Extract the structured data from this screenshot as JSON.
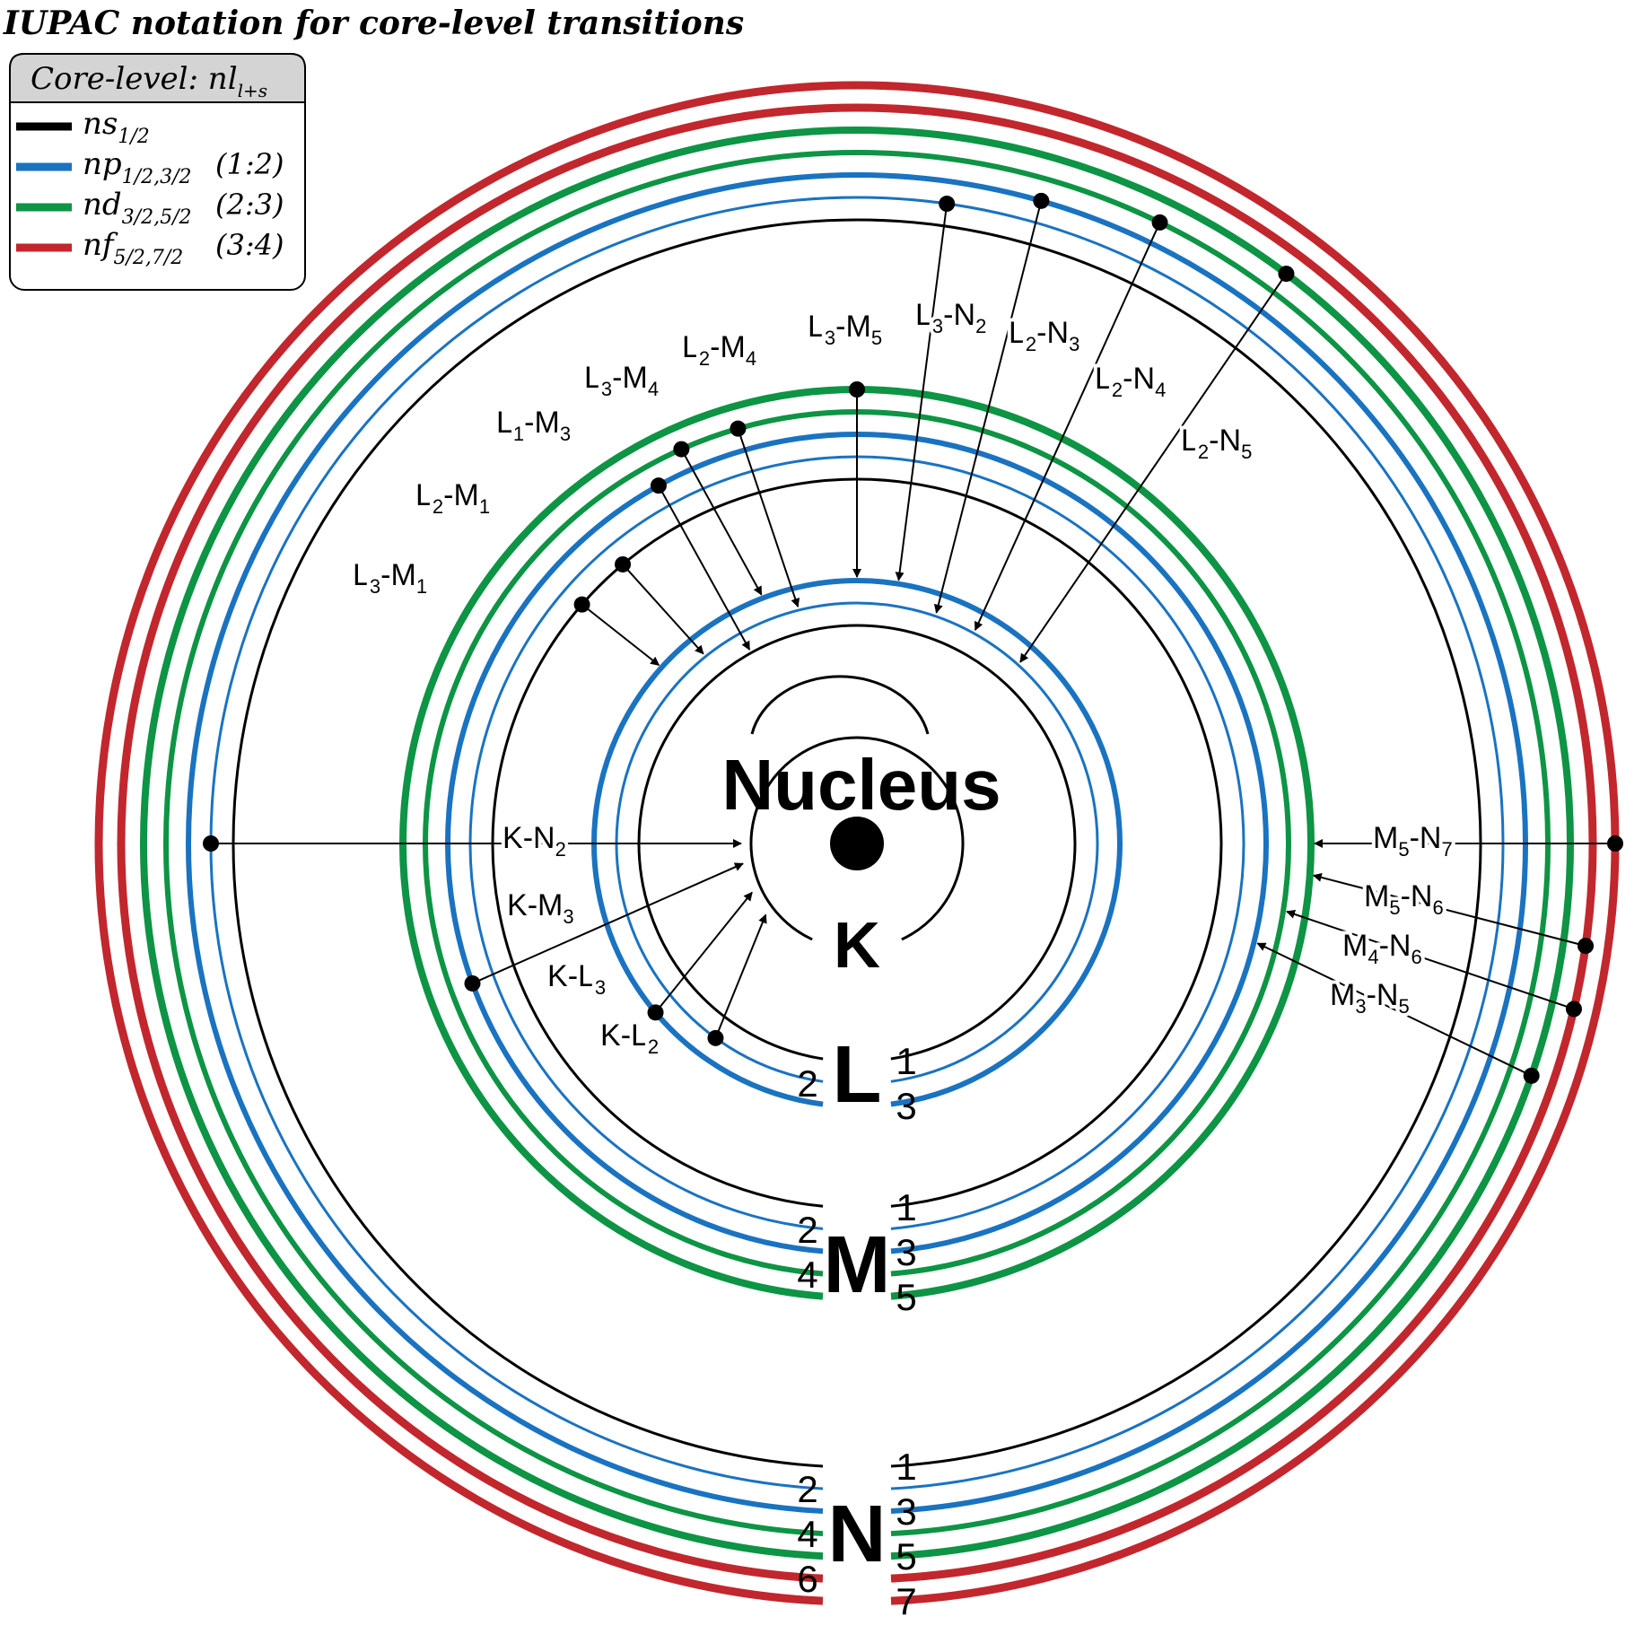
{
  "title": "IUPAC notation for core-level transitions",
  "colors": {
    "s": "#000000",
    "p": "#1a73c0",
    "d": "#0d9444",
    "f": "#c1272d"
  },
  "legend": {
    "header": {
      "main": "Core-level: nl",
      "sub": "l+s"
    },
    "items": [
      {
        "level": "s",
        "base": "ns",
        "sub": "1/2",
        "ratio": ""
      },
      {
        "level": "p",
        "base": "np",
        "sub": "1/2,3/2",
        "ratio": "(1:2)"
      },
      {
        "level": "d",
        "base": "nd",
        "sub": "3/2,5/2",
        "ratio": "(2:3)"
      },
      {
        "level": "f",
        "base": "nf",
        "sub": "5/2,7/2",
        "ratio": "(3:4)"
      }
    ]
  },
  "nucleus": {
    "label": "Nucleus"
  },
  "shells": [
    {
      "name": "K",
      "subshells": []
    },
    {
      "name": "L",
      "subshells": [
        {
          "num": "1",
          "level": "s"
        },
        {
          "num": "2",
          "level": "p"
        },
        {
          "num": "3",
          "level": "p"
        }
      ]
    },
    {
      "name": "M",
      "subshells": [
        {
          "num": "1",
          "level": "s"
        },
        {
          "num": "2",
          "level": "p"
        },
        {
          "num": "3",
          "level": "p"
        },
        {
          "num": "4",
          "level": "d"
        },
        {
          "num": "5",
          "level": "d"
        }
      ]
    },
    {
      "name": "N",
      "subshells": [
        {
          "num": "1",
          "level": "s"
        },
        {
          "num": "2",
          "level": "p"
        },
        {
          "num": "3",
          "level": "p"
        },
        {
          "num": "4",
          "level": "d"
        },
        {
          "num": "5",
          "level": "d"
        },
        {
          "num": "6",
          "level": "f"
        },
        {
          "num": "7",
          "level": "f"
        }
      ]
    }
  ],
  "transitions": [
    {
      "main": "L",
      "sub1": "3",
      "mid": "-M",
      "sub2": "5",
      "from": [
        "M",
        5
      ],
      "to": [
        "L",
        3
      ]
    },
    {
      "main": "L",
      "sub1": "2",
      "mid": "-M",
      "sub2": "4",
      "from": [
        "M",
        4
      ],
      "to": [
        "L",
        2
      ]
    },
    {
      "main": "L",
      "sub1": "3",
      "mid": "-M",
      "sub2": "4",
      "from": [
        "M",
        4
      ],
      "to": [
        "L",
        3
      ]
    },
    {
      "main": "L",
      "sub1": "1",
      "mid": "-M",
      "sub2": "3",
      "from": [
        "M",
        3
      ],
      "to": [
        "L",
        1
      ]
    },
    {
      "main": "L",
      "sub1": "2",
      "mid": "-M",
      "sub2": "1",
      "from": [
        "M",
        1
      ],
      "to": [
        "L",
        2
      ]
    },
    {
      "main": "L",
      "sub1": "3",
      "mid": "-M",
      "sub2": "1",
      "from": [
        "M",
        1
      ],
      "to": [
        "L",
        3
      ]
    },
    {
      "main": "L",
      "sub1": "3",
      "mid": "-N",
      "sub2": "2",
      "from": [
        "N",
        2
      ],
      "to": [
        "L",
        3
      ]
    },
    {
      "main": "L",
      "sub1": "2",
      "mid": "-N",
      "sub2": "3",
      "from": [
        "N",
        3
      ],
      "to": [
        "L",
        2
      ]
    },
    {
      "main": "L",
      "sub1": "2",
      "mid": "-N",
      "sub2": "4",
      "from": [
        "N",
        4
      ],
      "to": [
        "L",
        2
      ]
    },
    {
      "main": "L",
      "sub1": "2",
      "mid": "-N",
      "sub2": "5",
      "from": [
        "N",
        5
      ],
      "to": [
        "L",
        2
      ]
    },
    {
      "main": "K",
      "sub1": "",
      "mid": "-N",
      "sub2": "2",
      "from": [
        "N",
        2
      ],
      "to": [
        "K",
        0
      ]
    },
    {
      "main": "K",
      "sub1": "",
      "mid": "-M",
      "sub2": "3",
      "from": [
        "M",
        3
      ],
      "to": [
        "K",
        0
      ]
    },
    {
      "main": "K",
      "sub1": "",
      "mid": "-L",
      "sub2": "3",
      "from": [
        "L",
        3
      ],
      "to": [
        "K",
        0
      ]
    },
    {
      "main": "K",
      "sub1": "",
      "mid": "-L",
      "sub2": "2",
      "from": [
        "L",
        2
      ],
      "to": [
        "K",
        0
      ]
    },
    {
      "main": "M",
      "sub1": "5",
      "mid": "-N",
      "sub2": "7",
      "from": [
        "N",
        7
      ],
      "to": [
        "M",
        5
      ]
    },
    {
      "main": "M",
      "sub1": "5",
      "mid": "-N",
      "sub2": "6",
      "from": [
        "N",
        6
      ],
      "to": [
        "M",
        5
      ]
    },
    {
      "main": "M",
      "sub1": "4",
      "mid": "-N",
      "sub2": "6",
      "from": [
        "N",
        6
      ],
      "to": [
        "M",
        4
      ]
    },
    {
      "main": "M",
      "sub1": "3",
      "mid": "-N",
      "sub2": "5",
      "from": [
        "N",
        5
      ],
      "to": [
        "M",
        3
      ]
    }
  ]
}
